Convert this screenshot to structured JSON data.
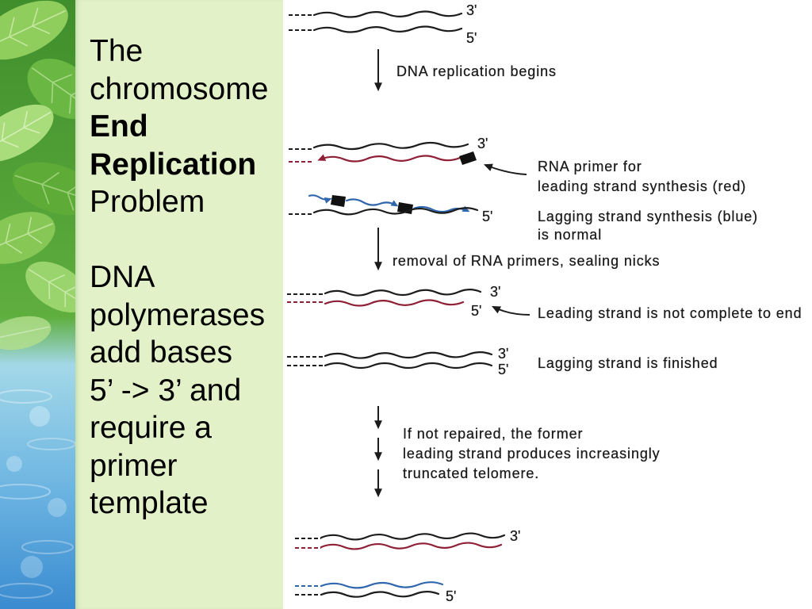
{
  "slide": {
    "heading": {
      "line_1": "The",
      "line_2": "chromosome",
      "line_3": "End",
      "line_4": "Replication",
      "line_5": "Problem"
    },
    "body": {
      "lines": [
        "DNA",
        "polymerases",
        "add bases",
        "5’ -> 3’ and",
        "require a",
        "primer",
        "template"
      ]
    }
  },
  "diagram": {
    "end_labels": {
      "three_prime": "3'",
      "five_prime": "5'"
    },
    "steps": {
      "replication_begins": "DNA replication begins",
      "primer_removal": "removal of RNA primers, sealing nicks"
    },
    "annotations": {
      "rna_primer": [
        "RNA primer for",
        "leading strand synthesis (red)"
      ],
      "lagging_synthesis": [
        "Lagging strand synthesis (blue)",
        "is normal"
      ],
      "leading_incomplete": "Leading strand is not complete to end",
      "lagging_finished": "Lagging strand is finished",
      "unrepaired_outcome": [
        "If not repaired, the former",
        "leading strand produces increasingly",
        "truncated telomere."
      ]
    }
  },
  "colors": {
    "template_strand_black": "#1c1c1c",
    "leading_strand_red": "#8e1f35",
    "lagging_strand_blue": "#2f66ad",
    "text_panel_green": "#e2f1c8"
  }
}
